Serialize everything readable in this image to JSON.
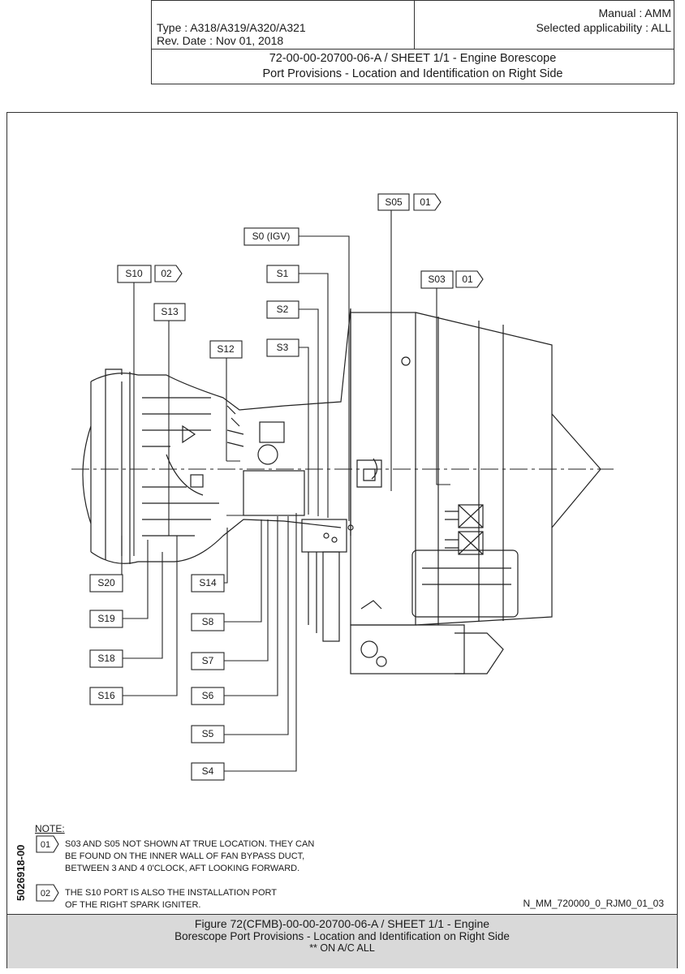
{
  "header": {
    "type_line": "Type : A318/A319/A320/A321",
    "rev_line": "Rev. Date : Nov 01, 2018",
    "manual_line": "Manual : AMM",
    "applicability_line": "Selected applicability : ALL",
    "title_line1": "72-00-00-20700-06-A / SHEET 1/1 - Engine Borescope",
    "title_line2": "Port Provisions - Location and Identification on Right Side"
  },
  "ports": {
    "s05": "S05",
    "s0_igv": "S0 (IGV)",
    "s1": "S1",
    "s2": "S2",
    "s3": "S3",
    "s03": "S03",
    "s10": "S10",
    "s13": "S13",
    "s12": "S12",
    "s20": "S20",
    "s19": "S19",
    "s18": "S18",
    "s16": "S16",
    "s14": "S14",
    "s8": "S8",
    "s7": "S7",
    "s6": "S6",
    "s5": "S5",
    "s4": "S4"
  },
  "flags": {
    "f01": "01",
    "f02": "02"
  },
  "notes": {
    "heading": "NOTE:",
    "note1_flag": "01",
    "note1_line1": "S03 AND S05 NOT SHOWN AT TRUE LOCATION. THEY CAN",
    "note1_line2": "BE FOUND ON THE INNER WALL OF FAN BYPASS DUCT,",
    "note1_line3": "BETWEEN 3 AND 4 0'CLOCK, AFT LOOKING FORWARD.",
    "note2_flag": "02",
    "note2_line1": "THE S10 PORT IS ALSO THE INSTALLATION PORT",
    "note2_line2": "OF THE RIGHT SPARK IGNITER."
  },
  "side_code": "5026918-00",
  "drawing_ref": "N_MM_720000_0_RJM0_01_03",
  "caption": {
    "line1": "Figure 72(CFMB)-00-00-20700-06-A / SHEET 1/1 - Engine",
    "line2": "Borescope Port Provisions - Location and Identification on Right Side",
    "line3": "** ON A/C ALL"
  }
}
